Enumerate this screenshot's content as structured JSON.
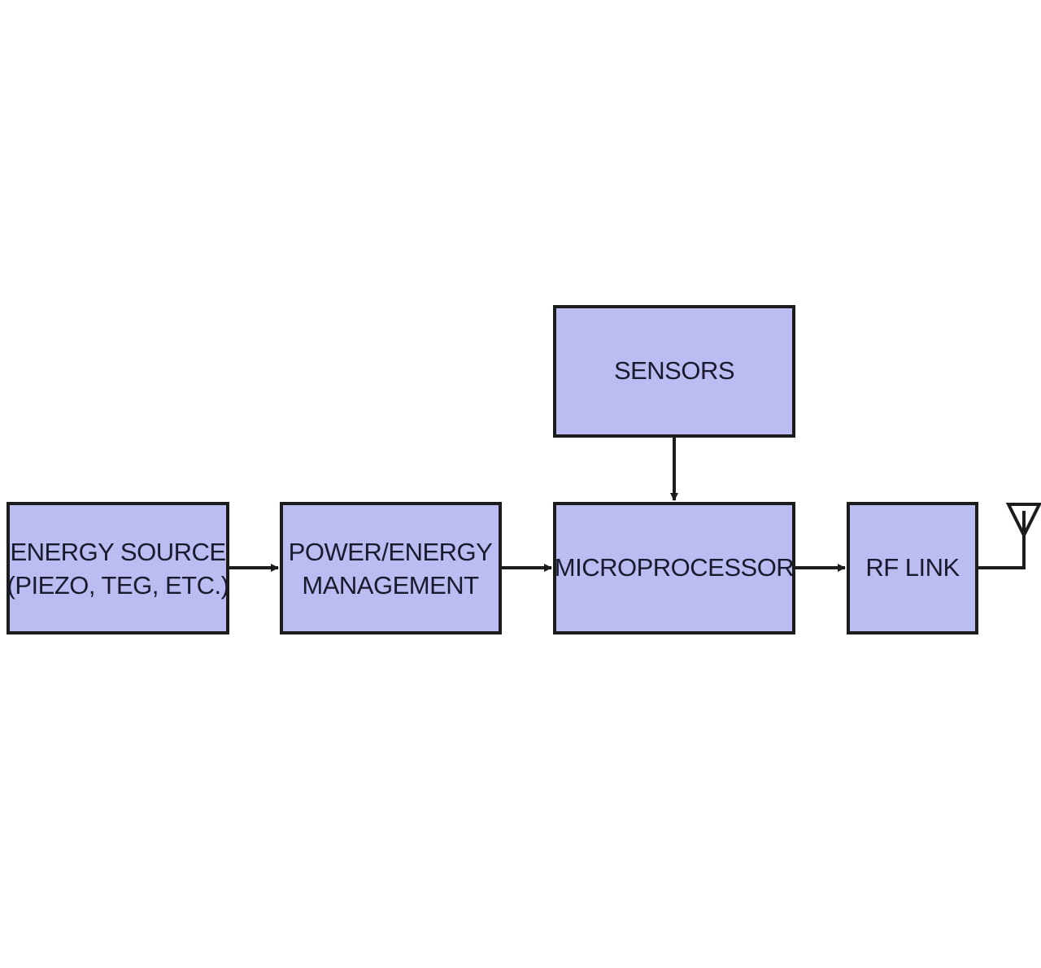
{
  "colors": {
    "block_fill": "#babcf2",
    "block_stroke": "#1c1c1c",
    "connector": "#1c1c1c",
    "text": "#1a1a2e",
    "background": "#ffffff"
  },
  "blocks": {
    "energy_source": {
      "line1": "ENERGY SOURCE",
      "line2": "(PIEZO, TEG, ETC.)"
    },
    "power_management": {
      "line1": "POWER/ENERGY",
      "line2": "MANAGEMENT"
    },
    "sensors": {
      "label": "SENSORS"
    },
    "microprocessor": {
      "label": "MICROPROCESSOR"
    },
    "rf_link": {
      "label": "RF LINK"
    }
  },
  "icons": {
    "antenna": "antenna-icon"
  }
}
